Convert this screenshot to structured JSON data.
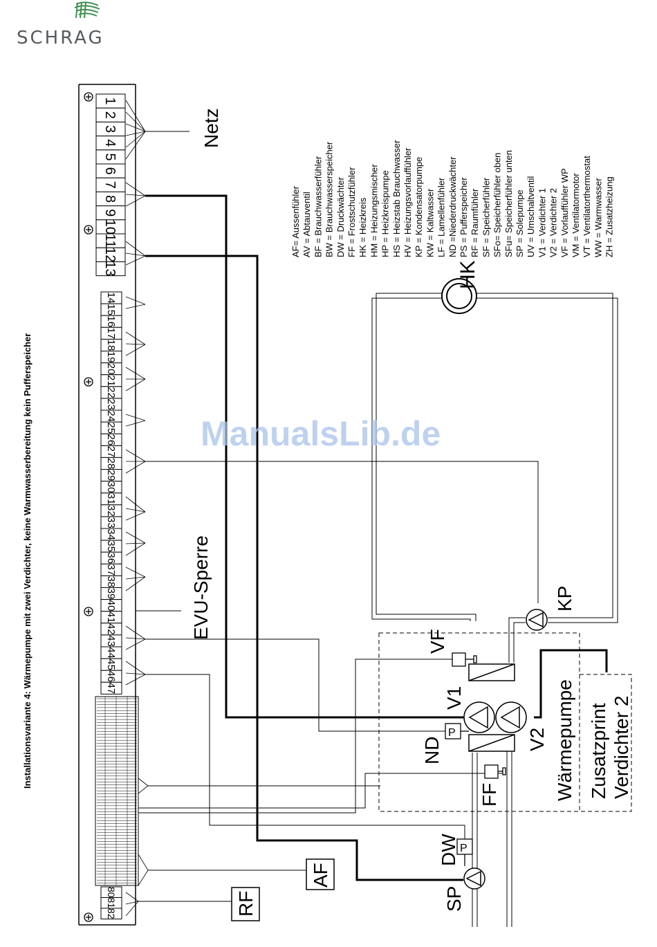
{
  "brand": {
    "name": "SCHRAG",
    "logo_color": "#3e8f52",
    "text_color": "#555a5e"
  },
  "title": "Installationsvariante 4: Wärmepumpe mit zwei Verdichter, keine Warmwasserbereitung kein Pufferspeicher",
  "watermark": "ManualsLib.de",
  "terminals_a": [
    "1",
    "2",
    "3",
    "4",
    "5",
    "6",
    "7",
    "8",
    "9",
    "10",
    "11",
    "12",
    "13"
  ],
  "terminals_b": [
    "14",
    "15",
    "16",
    "17",
    "18",
    "19",
    "20",
    "21",
    "22",
    "23",
    "24",
    "25",
    "26",
    "27",
    "28",
    "29",
    "30",
    "31",
    "32",
    "33",
    "34",
    "35",
    "36",
    "37",
    "38",
    "39",
    "40",
    "41",
    "42",
    "43",
    "44",
    "45",
    "46",
    "47"
  ],
  "terminals_c": [
    "80",
    "81",
    "82"
  ],
  "labels": {
    "netz": "Netz",
    "evu": "EVU-Sperre",
    "hk": "HK",
    "kp": "KP",
    "vf": "VF",
    "v1": "V1",
    "v2": "V2",
    "nd": "ND",
    "nd_box": "P",
    "dw_box": "P",
    "ff": "FF",
    "dw": "DW",
    "sp": "SP",
    "af": "AF",
    "rf": "RF",
    "wp": "Wärmepumpe",
    "zusatz1": "Zusatzprint",
    "zusatz2": "Verdichter 2"
  },
  "legend": [
    "AF= Aussenfühler",
    "AV = Abtauventil",
    "BF = Brauchwasserfühler",
    "BW = Brauchwasserspeicher",
    "DW = Druckwächter",
    "FF = Frostschutzfühler",
    "HK = Heizkreis",
    "HM = Heizungsmischer",
    "HP = Heizkreispumpe",
    "HS = Heizstab Brauchwasser",
    "HV = Heizungsvorlauffühler",
    "KP = Kondensatorpumpe",
    "KW = Kaltwasser",
    "LF = Lamellenfühler",
    "ND =Niederdruckwächter",
    "PS = Pufferspeicher",
    "RF = Raumfühler",
    "SF = Speicherfühler",
    "SFo= Speicherfühler oben",
    "SFu= Speicherfühler unten",
    "SP = Solepumpe",
    "UV = Umschaltventil",
    "V1 = Verdichter 1",
    "V2 = Verdichter 2",
    "VF = Vorlauffühler WP",
    "VM = Ventilatormotor",
    "VT = Ventilatorthermostat",
    "WW = Warmwasser",
    "ZH = Zusatzheizung"
  ]
}
